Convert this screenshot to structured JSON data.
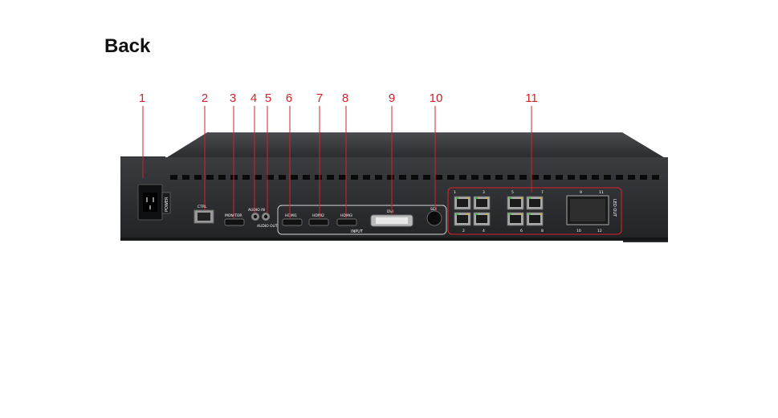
{
  "title": "Back",
  "callouts": [
    "1",
    "2",
    "3",
    "4",
    "5",
    "6",
    "7",
    "8",
    "9",
    "10",
    "11"
  ],
  "port_labels": {
    "power": "POWER",
    "ctrl": "CTRL",
    "monitor": "MONITOR",
    "audio_in": "AUDIO IN",
    "audio_out": "AUDIO OUT",
    "hdmi1": "HDMI1",
    "hdmi2": "HDMI2",
    "hdmi3": "HDMI3",
    "dvi": "DVI",
    "sdi": "SDI",
    "input_group": "INPUT",
    "led_out": "LED OUT",
    "port_top": [
      "1",
      "3",
      "5",
      "7",
      "9",
      "11"
    ],
    "port_bottom": [
      "2",
      "4",
      "6",
      "8",
      "10",
      "12"
    ]
  },
  "colors": {
    "callout": "#d2232a",
    "chassis": "#2b2d30",
    "rack": "#1e1f21"
  }
}
